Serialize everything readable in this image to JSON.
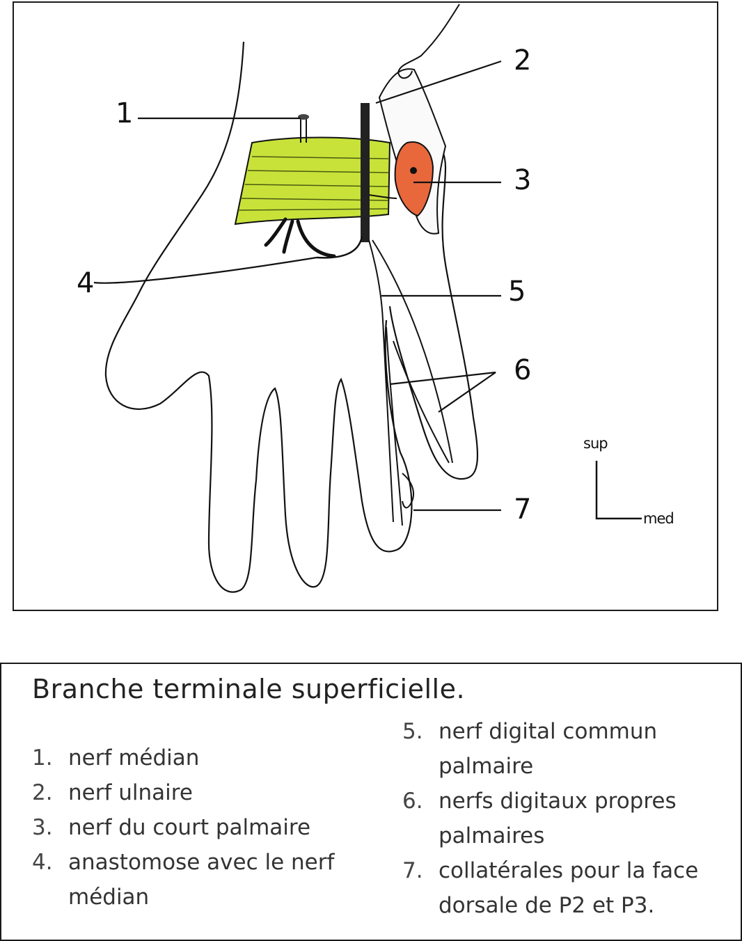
{
  "figure": {
    "callouts": [
      "1",
      "2",
      "3",
      "4",
      "5",
      "6",
      "7"
    ],
    "orientation": {
      "vertical": "sup",
      "horizontal": "med"
    },
    "colors": {
      "ligament": "#c8e23a",
      "muscle": "#e8683c",
      "outline": "#111111"
    }
  },
  "legend": {
    "title": "Branche terminale superficielle.",
    "left_items": [
      {
        "num": "1.",
        "text": "nerf médian"
      },
      {
        "num": "2.",
        "text": "nerf ulnaire"
      },
      {
        "num": "3.",
        "text": "nerf du court palmaire"
      },
      {
        "num": "4.",
        "text": "anastomose avec le nerf médian"
      }
    ],
    "right_items": [
      {
        "num": "5.",
        "text": "nerf digital commun palmaire"
      },
      {
        "num": "6.",
        "text": "nerfs digitaux propres palmaires"
      },
      {
        "num": "7.",
        "text": "collatérales pour la face dorsale de P2 et P3."
      }
    ]
  }
}
